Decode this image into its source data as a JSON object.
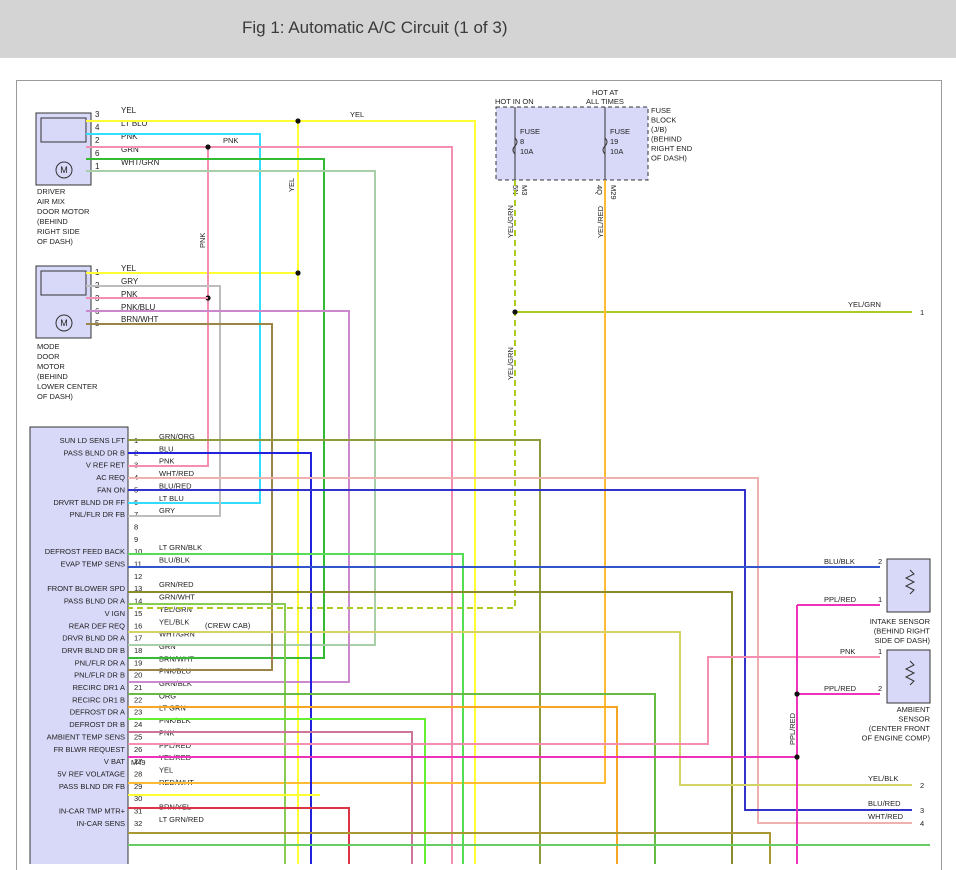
{
  "header": {
    "title": "Fig 1: Automatic A/C Circuit (1 of 3)"
  },
  "driver_motor": {
    "label": [
      "DRIVER",
      "AIR MIX",
      "DOOR MOTOR",
      "(BEHIND",
      "RIGHT SIDE",
      "OF DASH)"
    ],
    "pins": [
      {
        "num": "3",
        "name": "YEL"
      },
      {
        "num": "4",
        "name": "LT BLU"
      },
      {
        "num": "2",
        "name": "PNK"
      },
      {
        "num": "6",
        "name": "GRN"
      },
      {
        "num": "1",
        "name": "WHT/GRN"
      }
    ]
  },
  "mode_motor": {
    "label": [
      "MODE",
      "DOOR",
      "MOTOR",
      "(BEHIND",
      "LOWER CENTER",
      "OF DASH)"
    ],
    "pins": [
      {
        "num": "1",
        "name": "YEL"
      },
      {
        "num": "2",
        "name": "GRY"
      },
      {
        "num": "3",
        "name": "PNK"
      },
      {
        "num": "6",
        "name": "PNK/BLU"
      },
      {
        "num": "5",
        "name": "BRN/WHT"
      }
    ]
  },
  "fuse_block": {
    "hot_in_on": "HOT IN ON",
    "hot_at": [
      "HOT AT",
      "ALL TIMES"
    ],
    "label": [
      "FUSE",
      "BLOCK",
      "(J/B)",
      "(BEHIND",
      "RIGHT END",
      "OF DASH)"
    ],
    "fuse1": [
      "FUSE",
      "8",
      "10A"
    ],
    "fuse2": [
      "FUSE",
      "19",
      "10A"
    ],
    "conn1": "5N",
    "conn1b": "M3",
    "conn2": "4Q",
    "conn2b": "M29",
    "wire1": "YEL/GRN",
    "wire2": "YEL/RED"
  },
  "wire_labels": {
    "yel_top": "YEL",
    "yel_vert": "YEL",
    "pnk_top": "PNK",
    "pnk_vert": "PNK",
    "yelgrn_vert2": "YEL/GRN",
    "yelgrn_h": "YEL/GRN",
    "yelgrn_h_pin": "1",
    "pplred_vert": "PPL/RED",
    "crew_cab": "(CREW CAB)"
  },
  "control_module": {
    "pins": [
      {
        "num": "1",
        "func": "SUN LD SENS LFT",
        "wire": "GRN/ORG"
      },
      {
        "num": "2",
        "func": "PASS BLND DR B",
        "wire": "BLU"
      },
      {
        "num": "3",
        "func": "V REF RET",
        "wire": "PNK"
      },
      {
        "num": "4",
        "func": "AC REQ",
        "wire": "WHT/RED"
      },
      {
        "num": "5",
        "func": "FAN ON",
        "wire": "BLU/RED"
      },
      {
        "num": "6",
        "func": "DRVRT BLND DR FF",
        "wire": "LT BLU"
      },
      {
        "num": "7",
        "func": "PNL/FLR DR FB",
        "wire": "GRY"
      },
      {
        "num": "8",
        "func": "",
        "wire": ""
      },
      {
        "num": "9",
        "func": "",
        "wire": ""
      },
      {
        "num": "10",
        "func": "DEFROST FEED BACK",
        "wire": "LT GRN/BLK"
      },
      {
        "num": "11",
        "func": "EVAP TEMP SENS",
        "wire": "BLU/BLK"
      },
      {
        "num": "12",
        "func": "",
        "wire": ""
      },
      {
        "num": "13",
        "func": "FRONT BLOWER SPD",
        "wire": "GRN/RED"
      },
      {
        "num": "14",
        "func": "PASS BLND DR A",
        "wire": "GRN/WHT"
      },
      {
        "num": "15",
        "func": "V IGN",
        "wire": "YEL/GRN"
      },
      {
        "num": "16",
        "func": "REAR DEF REQ",
        "wire": "YEL/BLK"
      },
      {
        "num": "17",
        "func": "DRVR BLND DR A",
        "wire": "WHT/GRN"
      },
      {
        "num": "18",
        "func": "DRVR BLND DR B",
        "wire": "GRN"
      },
      {
        "num": "19",
        "func": "PNL/FLR DR A",
        "wire": "BRN/WHT"
      },
      {
        "num": "20",
        "func": "PNL/FLR DR B",
        "wire": "PNK/BLU"
      },
      {
        "num": "21",
        "func": "RECIRC DR1 A",
        "wire": "GRN/BLK"
      },
      {
        "num": "22",
        "func": "RECIRC DR1 B",
        "wire": "ORG"
      },
      {
        "num": "23",
        "func": "DEFROST DR A",
        "wire": "LT GRN"
      },
      {
        "num": "24",
        "func": "DEFROST DR B",
        "wire": "PNK/BLK"
      },
      {
        "num": "25",
        "func": "AMBIENT TEMP SENS",
        "wire": "PNK"
      },
      {
        "num": "26",
        "func": "FR BLWR REQUEST",
        "wire": "PPL/RED"
      },
      {
        "num": "27",
        "func": "V BAT",
        "wire": "YEL/RED"
      },
      {
        "num": "28",
        "func": "5V REF VOLATAGE",
        "wire": "YEL"
      },
      {
        "num": "29",
        "func": "PASS BLND DR FB",
        "wire": "RED/WHT"
      },
      {
        "num": "30",
        "func": "",
        "wire": ""
      },
      {
        "num": "31",
        "func": "IN-CAR TMP MTR+",
        "wire": "BRN/YEL"
      },
      {
        "num": "32",
        "func": "IN-CAR SENS",
        "wire": "LT GRN/RED"
      }
    ],
    "conn_label": "M49"
  },
  "intake_sensor": {
    "label": [
      "INTAKE SENSOR",
      "(BEHIND RIGHT",
      "SIDE OF DASH)"
    ],
    "pins": [
      {
        "num": "2",
        "wire": "BLU/BLK"
      },
      {
        "num": "1",
        "wire": "PPL/RED"
      }
    ]
  },
  "ambient_sensor": {
    "label": [
      "AMBIENT",
      "SENSOR",
      "(CENTER FRONT",
      "OF ENGINE COMP)"
    ],
    "pins": [
      {
        "num": "1",
        "wire": "PNK"
      },
      {
        "num": "2",
        "wire": "PPL/RED"
      }
    ]
  },
  "right_outputs": [
    {
      "wire": "YEL/BLK",
      "num": "2"
    },
    {
      "wire": "BLU/RED",
      "num": "3"
    },
    {
      "wire": "WHT/RED",
      "num": "4"
    }
  ],
  "colors": {
    "yel": "#ffff33",
    "ltblu": "#33ddff",
    "pnk": "#f48fb1",
    "grn": "#33bb33",
    "whtgrn": "#a9cfa9",
    "gry": "#bdbdbd",
    "pnkblu": "#cc88cc",
    "brnwht": "#9a8447",
    "grnorg": "#8f9a3d",
    "blu": "#2222dd",
    "whtred": "#f0b0b0",
    "blured": "#3333cc",
    "ltgrnblk": "#55dd55",
    "blublk": "#3355cc",
    "grnred": "#8a8a2a",
    "grnwht": "#88cc55",
    "yelgrn": "#aacc22",
    "yelblk": "#d4d466",
    "grnblk": "#66bb44",
    "org": "#f5a623",
    "ltgrn": "#66ee33",
    "pnkblk": "#cc7799",
    "pplred": "#ee33bb",
    "yelred": "#ffbb33",
    "redwht": "#dd3344",
    "brnyel": "#aa9933",
    "ltgrnred": "#66cc66",
    "module_fill": "#d8d8f8"
  }
}
